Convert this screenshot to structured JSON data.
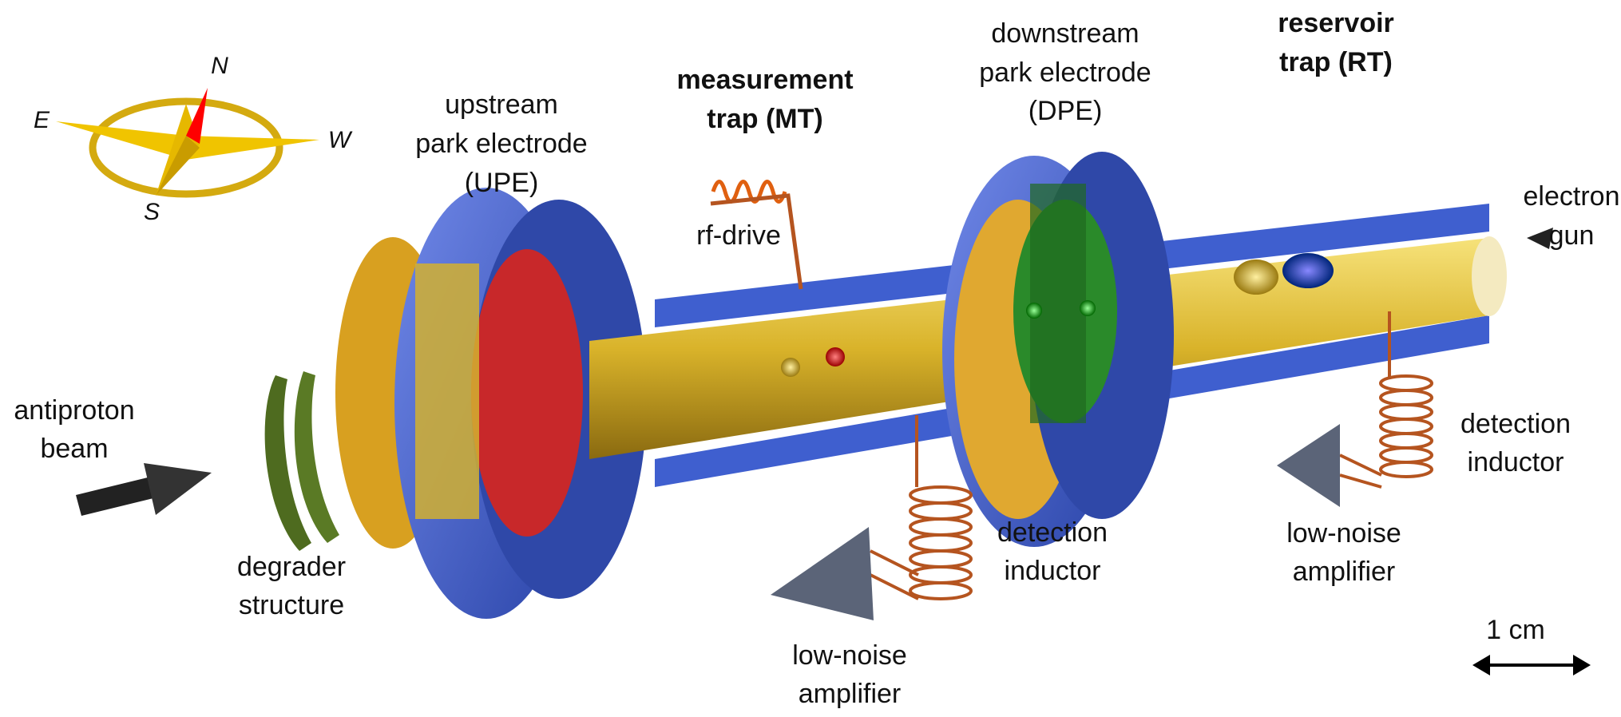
{
  "compass": {
    "n": "N",
    "e": "E",
    "w": "W",
    "s": "S"
  },
  "labels": {
    "upe": [
      "upstream",
      "park electrode",
      "(UPE)"
    ],
    "mt": [
      "measurement",
      "trap (MT)"
    ],
    "dpe": [
      "downstream",
      "park electrode",
      "(DPE)"
    ],
    "rt": [
      "reservoir",
      "trap (RT)"
    ],
    "electron_gun": [
      "electron",
      "gun"
    ],
    "rf_drive": "rf-drive",
    "antiproton_beam": [
      "antiproton",
      "beam"
    ],
    "degrader": [
      "degrader",
      "structure"
    ],
    "detection_inductor_mt": [
      "detection",
      "inductor"
    ],
    "amplifier_mt": [
      "low-noise",
      "amplifier"
    ],
    "detection_inductor_rt": [
      "detection",
      "inductor"
    ],
    "amplifier_rt": [
      "low-noise",
      "amplifier"
    ],
    "scale": "1 cm"
  },
  "colors": {
    "gold": "#d9b32a",
    "blue": "#3f5fcf",
    "red": "#c8282a",
    "green": "#2a8a2a",
    "copper": "#b5541f"
  }
}
